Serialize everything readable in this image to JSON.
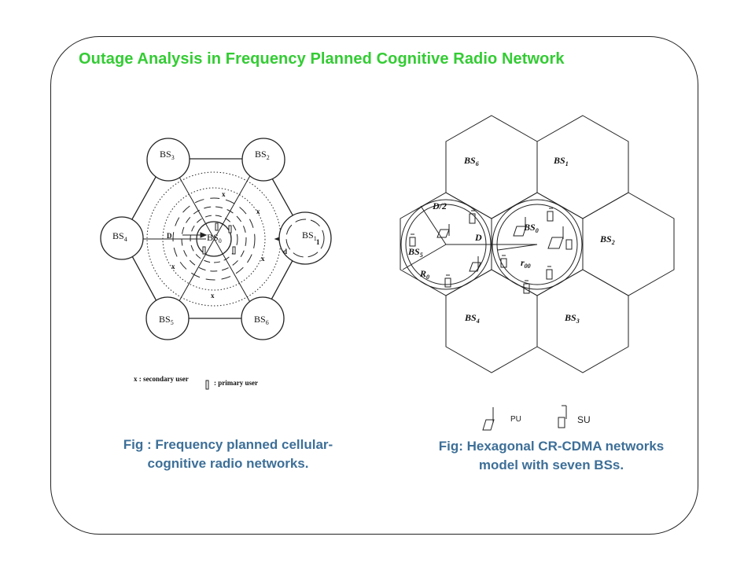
{
  "title": "Outage Analysis in Frequency Planned Cognitive Radio Network",
  "colors": {
    "title": "#33cc33",
    "caption": "#3d6f98",
    "line": "#222222"
  },
  "left_figure": {
    "stations": [
      "BS",
      "BS",
      "BS",
      "BS",
      "BS",
      "BS",
      "BS"
    ],
    "station_subscripts": [
      "0",
      "1",
      "2",
      "3",
      "4",
      "5",
      "6"
    ],
    "label_D": "D",
    "label_d": "d",
    "label_1": "1",
    "secondary_marker": "x",
    "legend_secondary": "x  : secondary user",
    "legend_primary": ": primary user",
    "caption_line1": "Fig : Frequency planned cellular-",
    "caption_line2": "cognitive radio networks."
  },
  "right_figure": {
    "cells": [
      "BS",
      "BS",
      "BS",
      "BS",
      "BS",
      "BS",
      "BS"
    ],
    "cell_subscripts": [
      "0",
      "1",
      "2",
      "3",
      "4",
      "5",
      "6"
    ],
    "label_D2": "D/2",
    "label_D": "D",
    "label_R": "R",
    "label_R_sub": "0",
    "label_r": "r",
    "label_r_sub": "00",
    "legend_pu": "PU",
    "legend_su": "SU",
    "caption_line1": "Fig: Hexagonal CR-CDMA networks",
    "caption_line2": "model with seven BSs."
  }
}
